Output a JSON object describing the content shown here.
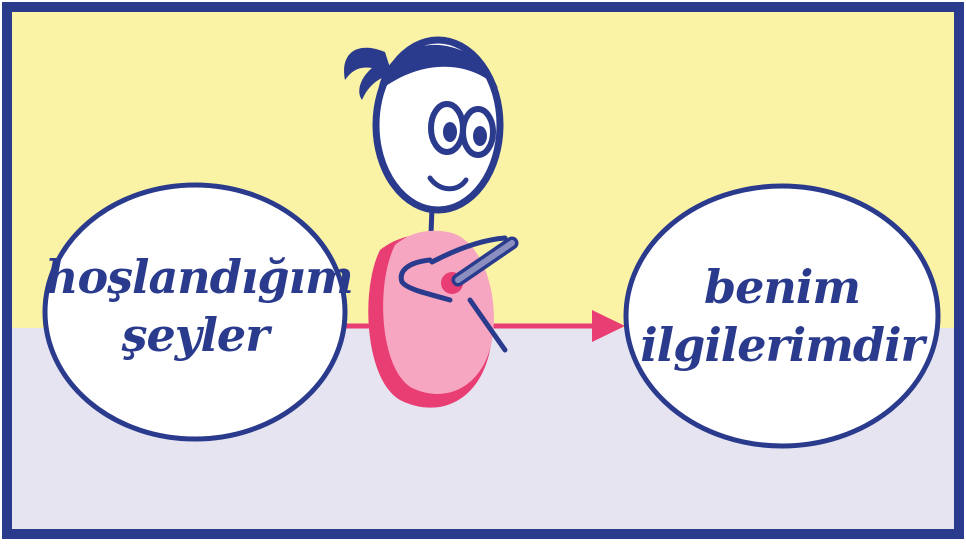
{
  "colors": {
    "border": "#2a3a8c",
    "top_band": "#faf3a5",
    "bottom_band": "#e5e4f0",
    "circle_fill": "#ffffff",
    "arrow": "#e83e74",
    "guitar_body": "#f6a6c0",
    "guitar_shadow": "#e83e74",
    "figure_ink": "#2a3a8c"
  },
  "left_circle": {
    "line1": "hoşlandığım",
    "line2": "şeyler"
  },
  "right_circle": {
    "line1": "benim",
    "line2": "ilgilerimdir"
  },
  "figure": {
    "icon": "girl-playing-guitar-icon"
  },
  "arrow": {
    "icon": "arrow-right-icon"
  }
}
